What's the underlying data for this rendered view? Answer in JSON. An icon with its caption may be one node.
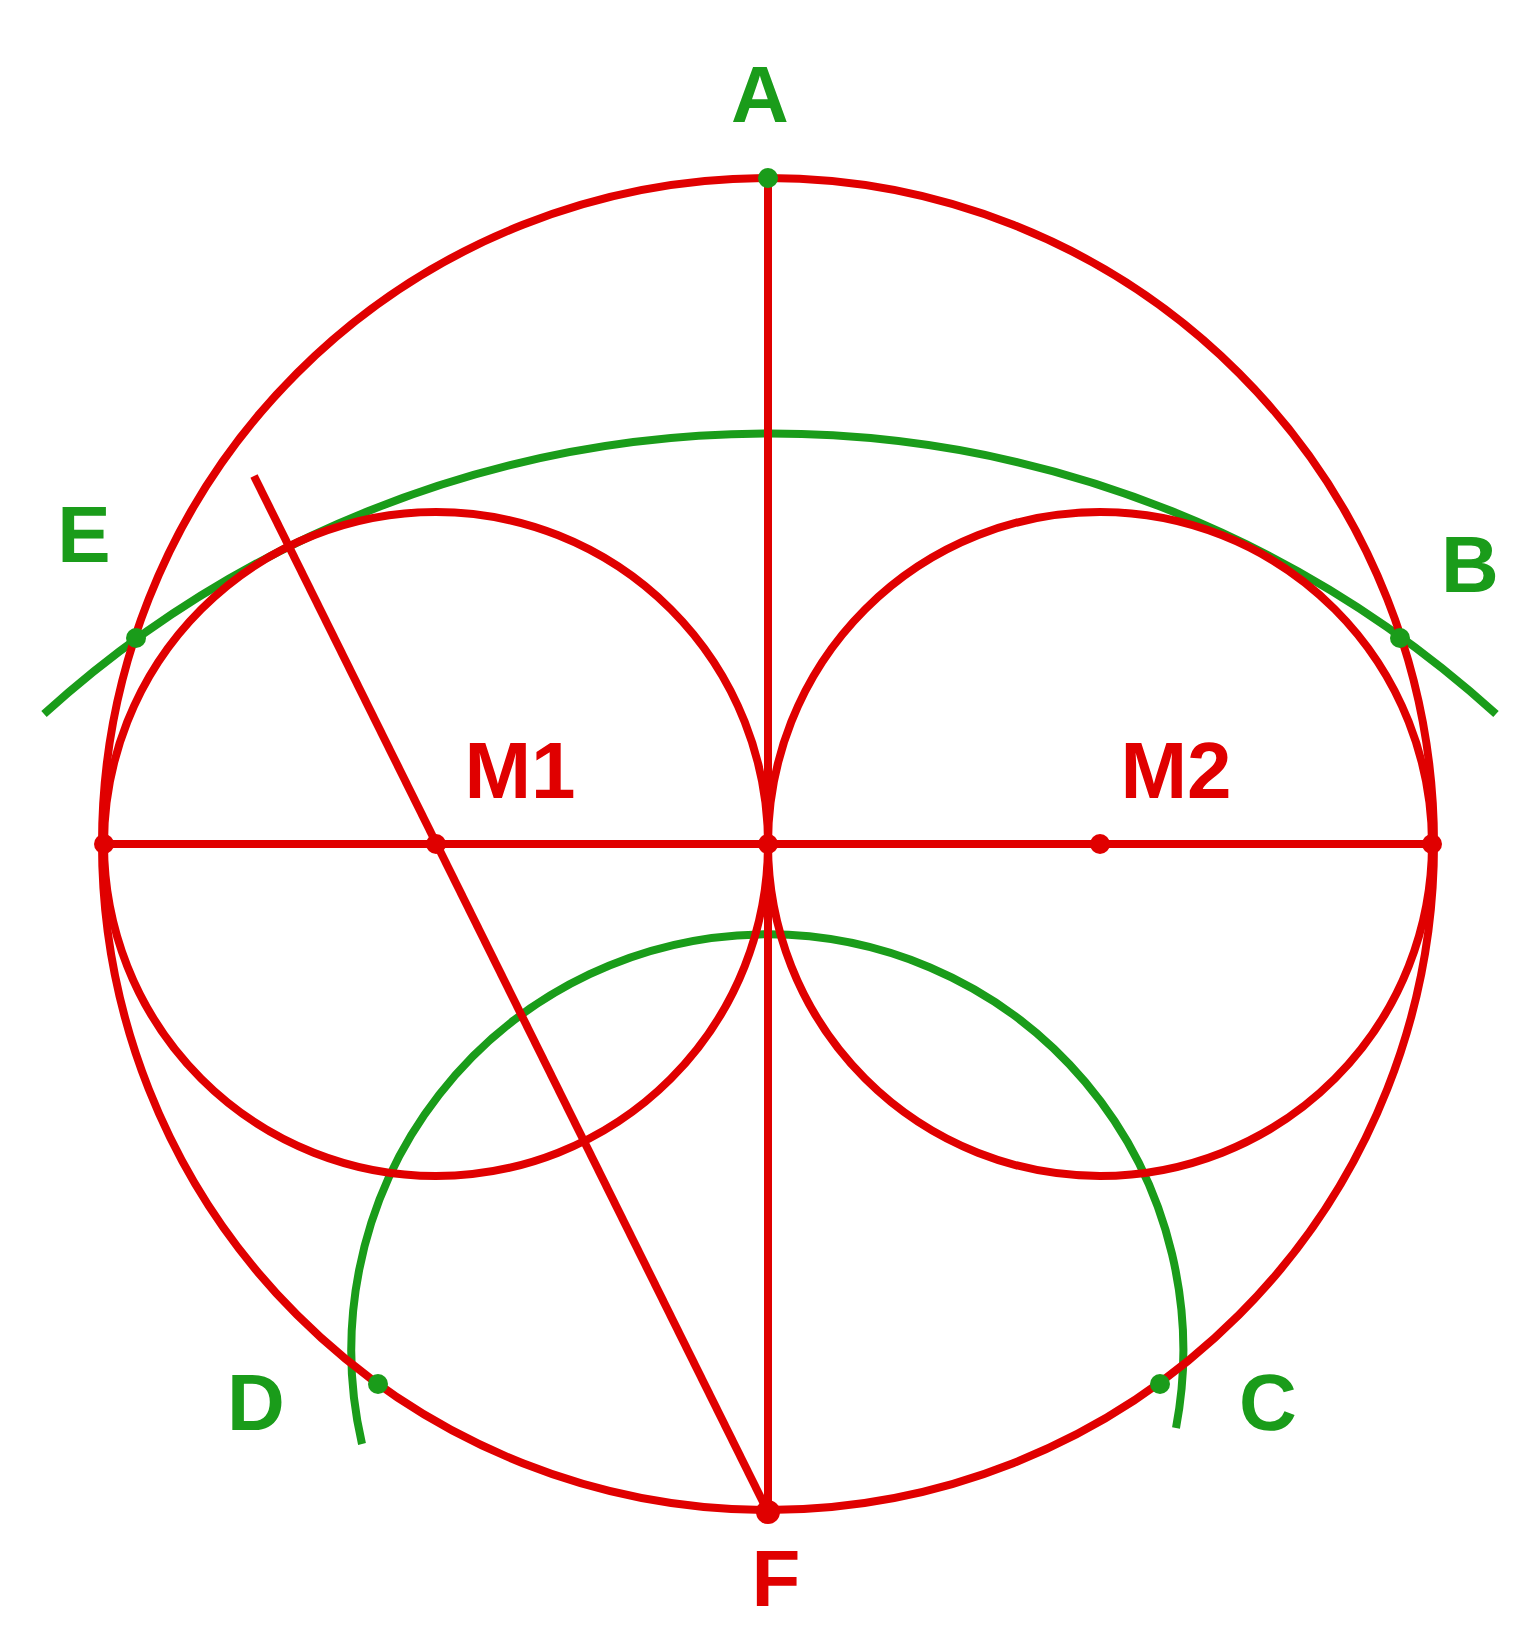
{
  "diagram": {
    "labels": [
      "A",
      "E",
      "B",
      "M1",
      "M2",
      "D",
      "C",
      "F"
    ]
  }
}
